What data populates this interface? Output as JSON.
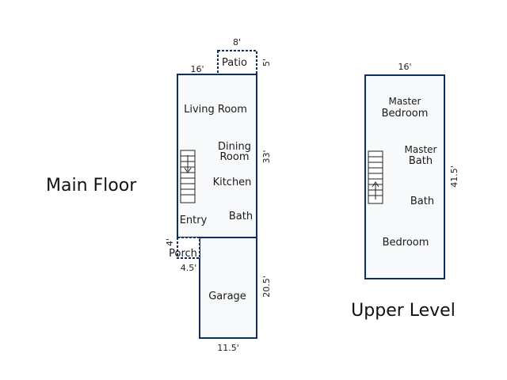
{
  "main_floor": {
    "title": "Main Floor",
    "rooms": {
      "living_room": "Living Room",
      "dining_room_line1": "Dining",
      "dining_room_line2": "Room",
      "kitchen": "Kitchen",
      "entry": "Entry",
      "bath": "Bath",
      "garage": "Garage",
      "patio": "Patio",
      "porch": "Porch"
    },
    "dimensions": {
      "main_width": "16'",
      "main_height": "33'",
      "patio_width": "8'",
      "patio_depth": "5'",
      "porch_depth": "4'",
      "porch_width": "4.5'",
      "garage_height": "20.5'",
      "garage_width": "11.5'"
    }
  },
  "upper_level": {
    "title": "Upper Level",
    "rooms": {
      "master_bedroom_line1": "Master",
      "master_bedroom_line2": "Bedroom",
      "master_bath_line1": "Master",
      "master_bath_line2": "Bath",
      "bath": "Bath",
      "bedroom": "Bedroom"
    },
    "dimensions": {
      "width": "16'",
      "height": "41.5'"
    }
  },
  "colors": {
    "wall": "#0d2f63",
    "floor_fill": "#f7f9fb"
  }
}
